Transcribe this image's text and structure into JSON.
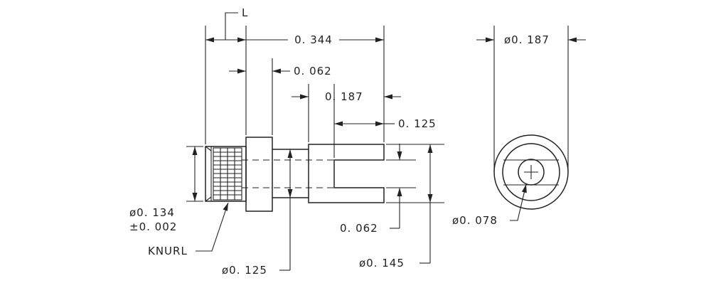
{
  "labels": {
    "L": "L",
    "overall_length": "0. 344",
    "collar_width": "0. 062",
    "slot_depth": "0. 187",
    "tip_length": "0. 125",
    "end_view_diameter": "ø0. 187",
    "knurl_diameter_line1": "ø0. 134",
    "knurl_diameter_line2": "±0. 002",
    "knurl_note": "KNURL",
    "shank_diameter": "ø0. 125",
    "slot_width": "0. 062",
    "body_diameter": "ø0. 145",
    "hole_diameter": "ø0. 078"
  }
}
